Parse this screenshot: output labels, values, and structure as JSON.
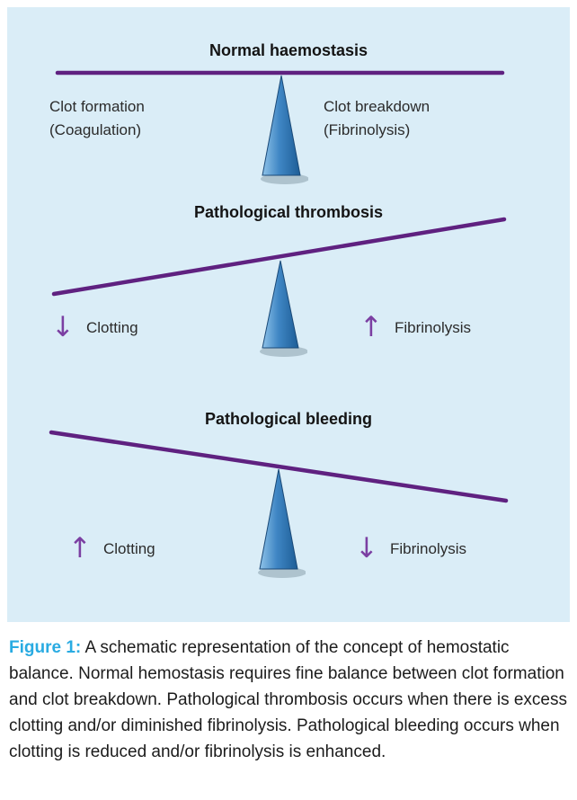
{
  "colors": {
    "panel_background": "#daedf7",
    "beam_purple": "#5f2180",
    "arrow_purple": "#7b3fa2",
    "triangle_blue": "#3f86c4",
    "figure_label_blue": "#29abe2"
  },
  "figure": {
    "sections": [
      {
        "title": "Normal haemostasis",
        "left_label_line1": "Clot formation",
        "left_label_line2": "(Coagulation)",
        "right_label_line1": "Clot breakdown",
        "right_label_line2": "(Fibrinolysis)"
      },
      {
        "title": "Pathological thrombosis",
        "left_arrow": "↓",
        "left_label": "Clotting",
        "right_arrow": "↑",
        "right_label": "Fibrinolysis"
      },
      {
        "title": "Pathological bleeding",
        "left_arrow": "↑",
        "left_label": "Clotting",
        "right_arrow": "↓",
        "right_label": "Fibrinolysis"
      }
    ]
  },
  "caption": {
    "label": "Figure 1:",
    "text": " A schematic representation of the concept of hemostatic balance. Normal hemostasis requires fine balance between clot formation and clot breakdown. Pathological thrombosis occurs when there is excess clotting and/or diminished fibrinolysis. Pathological bleeding occurs when clotting is reduced and/or fibrinolysis is enhanced."
  }
}
